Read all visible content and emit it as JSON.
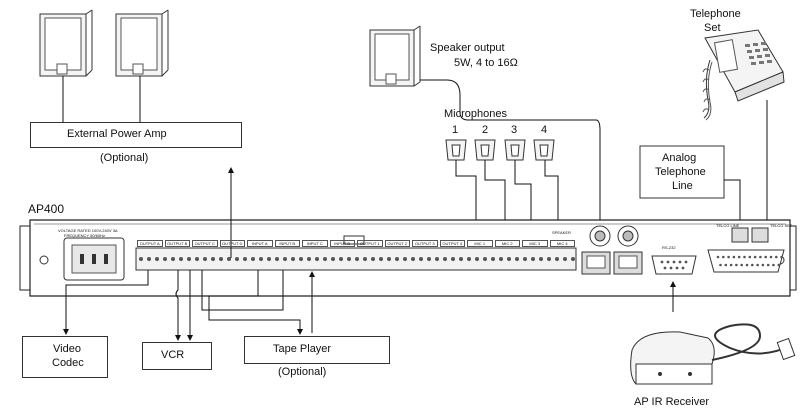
{
  "device": {
    "name": "AP400",
    "panel_voltage_text": "VOLTAGE RATED 100V-240V 3A",
    "panel_freq_text": "FREQUENCY 50/60Hz"
  },
  "speakers_left": {
    "amp_label": "External Power Amp",
    "optional": "(Optional)"
  },
  "speaker_output": {
    "line1": "Speaker output",
    "line2": "5W, 4 to 16Ω"
  },
  "telephone": {
    "line1": "Telephone",
    "line2": "Set"
  },
  "microphones": {
    "title": "Microphones",
    "numbers": [
      "1",
      "2",
      "3",
      "4"
    ]
  },
  "analog_line": {
    "line1": "Analog",
    "line2": "Telephone",
    "line3": "Line"
  },
  "bottom": {
    "video_codec_1": "Video",
    "video_codec_2": "Codec",
    "vcr": "VCR",
    "tape_player": "Tape Player",
    "tape_optional": "(Optional)",
    "ir_receiver": "AP IR Receiver"
  },
  "port_labels": {
    "out_a": "OUTPUT A",
    "out_b": "OUTPUT B",
    "out_c": "OUTPUT C",
    "out_d": "OUTPUT D",
    "in_a": "INPUT A",
    "in_b": "INPUT B",
    "in_c": "INPUT C",
    "in_d": "INPUT D",
    "out_1": "OUTPUT 1",
    "out_2": "OUTPUT 2",
    "out_3": "OUTPUT 3",
    "out_4": "OUTPUT 4",
    "mic1": "MIC 1",
    "mic2": "MIC 2",
    "mic3": "MIC 3",
    "mic4": "MIC 4",
    "speaker": "SPEAKER",
    "rs232": "RS-232",
    "telco_line": "TELCO LINE",
    "telco_set": "TELCO SET"
  }
}
